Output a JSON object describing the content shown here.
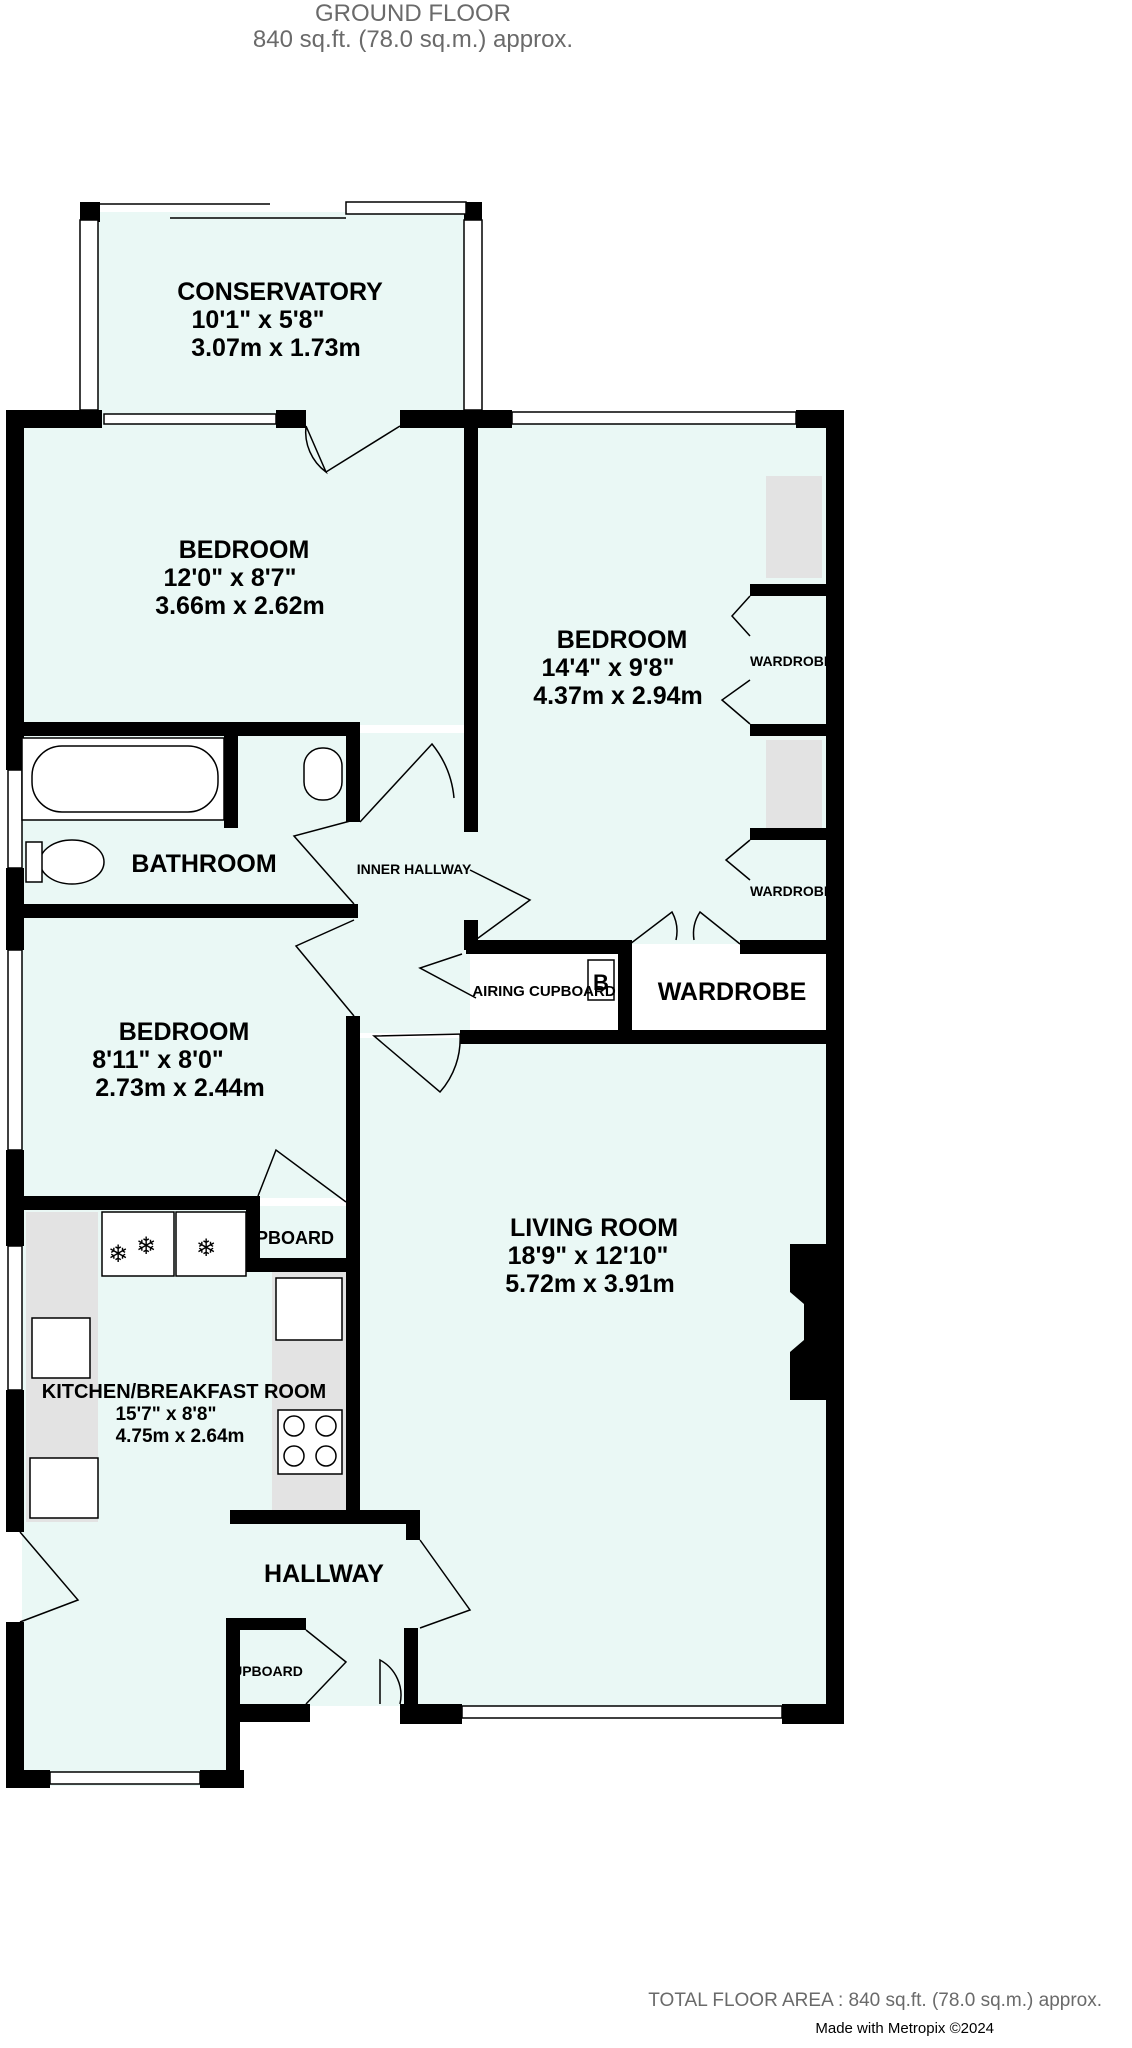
{
  "header": {
    "floor": "GROUND FLOOR",
    "area": "840 sq.ft. (78.0 sq.m.) approx."
  },
  "rooms": {
    "conservatory": {
      "name": "CONSERVATORY",
      "imperial": "10'1\"  x 5'8\"",
      "metric": "3.07m  x 1.73m"
    },
    "bedroom1": {
      "name": "BEDROOM",
      "imperial": "12'0\"  x 8'7\"",
      "metric": "3.66m  x 2.62m"
    },
    "bedroom2": {
      "name": "BEDROOM",
      "imperial": "14'4\"  x 9'8\"",
      "metric": "4.37m  x 2.94m"
    },
    "bedroom3": {
      "name": "BEDROOM",
      "imperial": "8'11\"  x 8'0\"",
      "metric": "2.73m  x 2.44m"
    },
    "living": {
      "name": "LIVING ROOM",
      "imperial": "18'9\"  x 12'10\"",
      "metric": "5.72m  x 3.91m"
    },
    "kitchen": {
      "name": "KITCHEN/BREAKFAST ROOM",
      "imperial": "15'7\"  x 8'8\"",
      "metric": "4.75m  x 2.64m"
    },
    "bathroom": {
      "name": "BATHROOM"
    },
    "inner_hallway": {
      "name": "INNER HALLWAY"
    },
    "hallway": {
      "name": "HALLWAY"
    },
    "airing_cupboard": {
      "name": "AIRING CUPBOARD"
    },
    "wardrobe": {
      "name": "WARDROBE"
    },
    "wardrobe_small_1": {
      "name": "WARDROBE"
    },
    "wardrobe_small_2": {
      "name": "WARDROBE"
    },
    "cupboard_kitchen": {
      "name": "CUPBOARD"
    },
    "cupboard_hall": {
      "name": "CUPBOARD"
    },
    "boiler": {
      "name": "B"
    }
  },
  "footer": {
    "total": "TOTAL FLOOR AREA : 840 sq.ft. (78.0 sq.m.) approx.",
    "credit": "Made with Metropix ©2024"
  },
  "colors": {
    "floor": "#eaf8f5",
    "wall": "#000000",
    "window": "#ffffff",
    "fixture": "#e3e3e3"
  }
}
